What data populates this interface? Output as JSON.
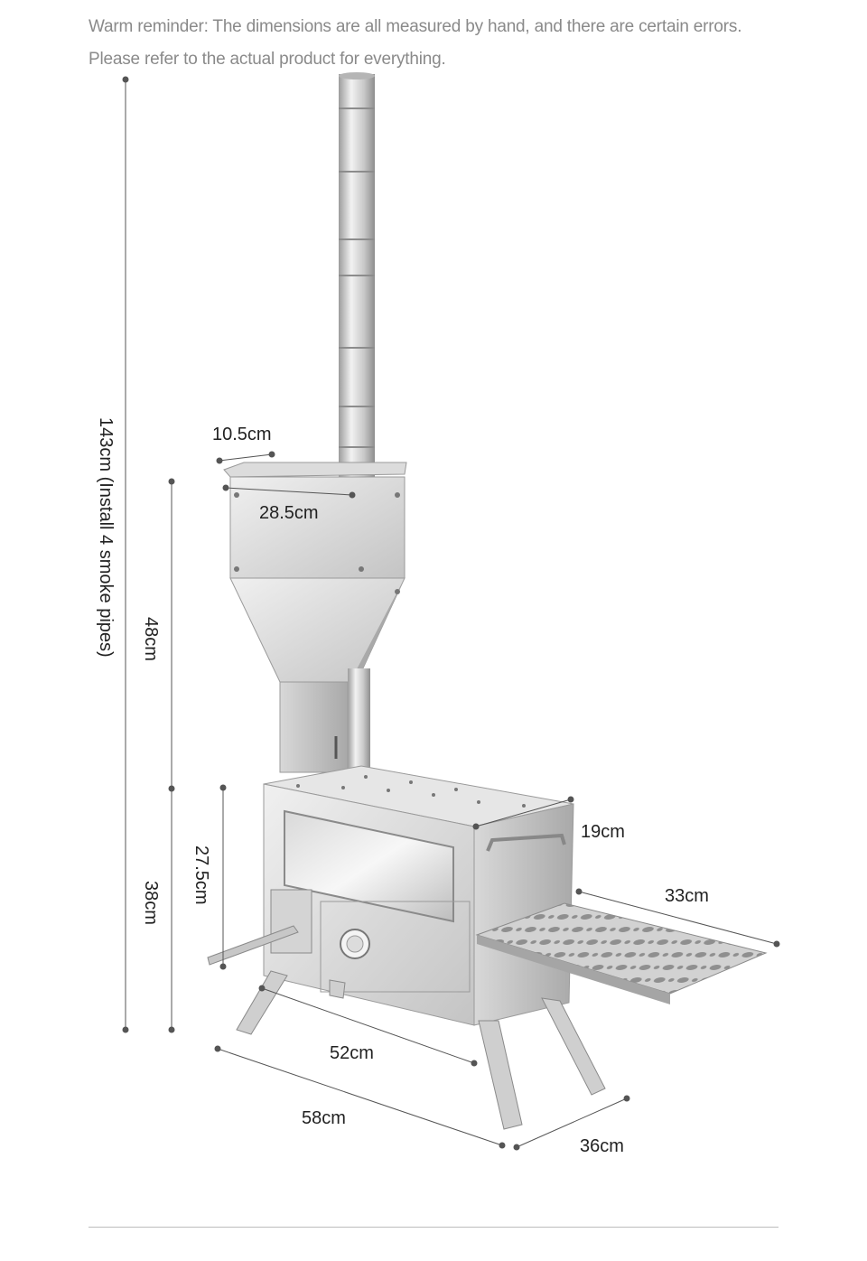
{
  "reminder": {
    "line1": "Warm reminder: The dimensions are all measured by hand, and there are certain errors.",
    "line2": "Please refer to the actual product for everything."
  },
  "dimensions": {
    "total_height": "143cm   (Install 4 smoke pipes)",
    "upper_height": "48cm",
    "lower_height": "38cm",
    "box_height": "27.5cm",
    "pipe_diameter": "10.5cm",
    "water_tank_width": "28.5cm",
    "body_depth": "19cm",
    "shelf_length": "33cm",
    "inner_width": "52cm",
    "outer_width": "58cm",
    "leg_depth": "36cm"
  },
  "colors": {
    "steel_light": "#e4e4e4",
    "steel_mid": "#c9c9c9",
    "steel_dark": "#9a9a9a",
    "line": "#555555"
  }
}
